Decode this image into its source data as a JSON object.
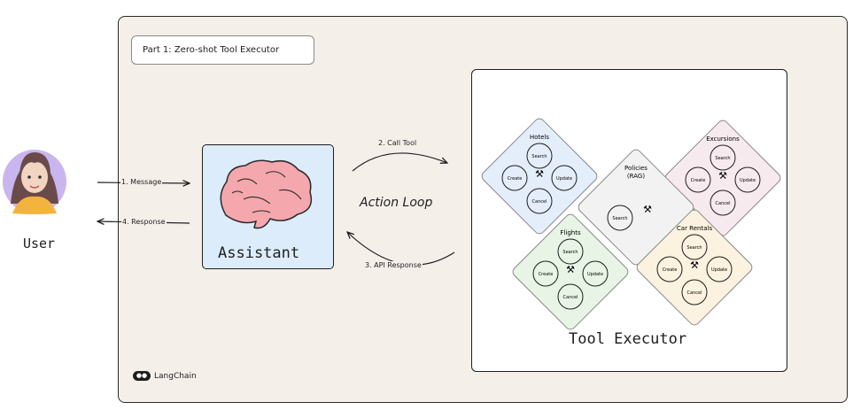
{
  "frame": {
    "part_label": "Part 1: Zero-shot Tool Executor"
  },
  "user": {
    "name": "User"
  },
  "assistant": {
    "name": "Assistant"
  },
  "executor": {
    "name": "Tool Executor"
  },
  "loop": {
    "name": "Action Loop"
  },
  "edges": {
    "message": "1. Message",
    "response": "4. Response",
    "call_tool": "2. Call Tool",
    "api_response": "3. API Response"
  },
  "tools": [
    {
      "title": "Hotels",
      "ops": [
        "Search",
        "Create",
        "Update",
        "Cancel"
      ]
    },
    {
      "title": "Excursions",
      "ops": [
        "Search",
        "Create",
        "Update",
        "Cancel"
      ]
    },
    {
      "title": "Policies",
      "subtitle": "(RAG)",
      "ops": [
        "Search"
      ]
    },
    {
      "title": "Flights",
      "ops": [
        "Search",
        "Create",
        "Update",
        "Cancel"
      ]
    },
    {
      "title": "Car Rentals",
      "ops": [
        "Search",
        "Create",
        "Update",
        "Cancel"
      ]
    }
  ],
  "brand": "LangChain",
  "colors": {
    "frame_bg": "#f5efea",
    "assistant_bg": "#dcecfa",
    "hotels": "#e4eefb",
    "excursions": "#f7eaee",
    "policies": "#f2f2f2",
    "flights": "#e8f5e6",
    "car_rentals": "#fbf2df"
  }
}
